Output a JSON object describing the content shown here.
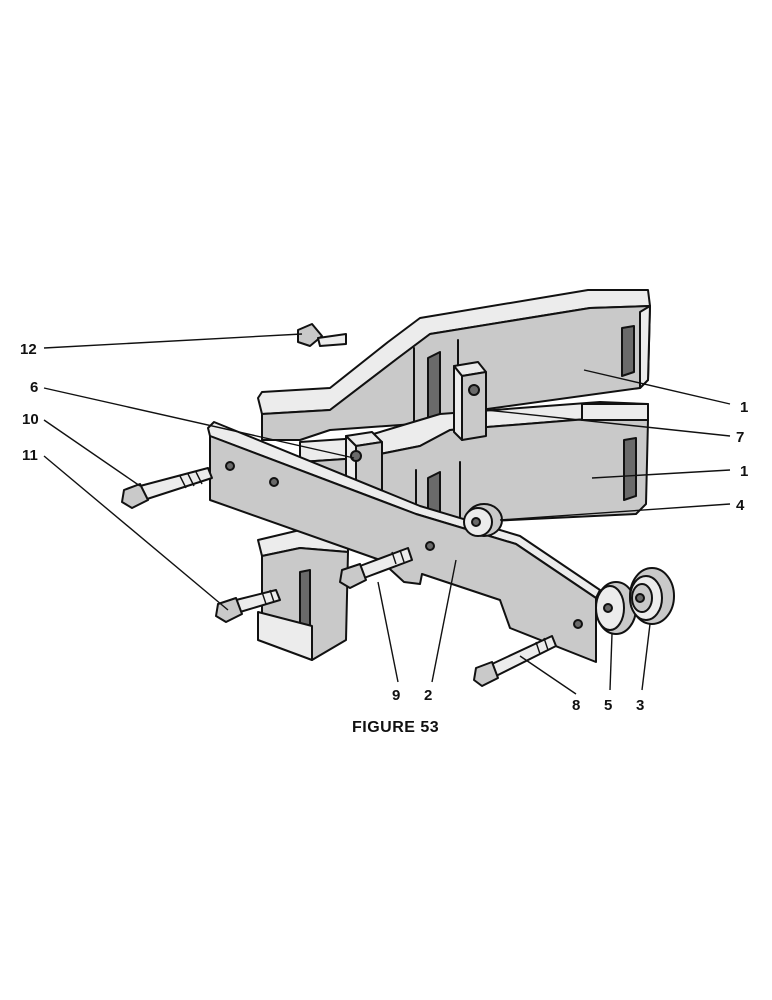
{
  "figure": {
    "caption": "FIGURE 53"
  },
  "callouts": [
    {
      "id": "c12",
      "label": "12"
    },
    {
      "id": "c6",
      "label": "6"
    },
    {
      "id": "c10",
      "label": "10"
    },
    {
      "id": "c11",
      "label": "11"
    },
    {
      "id": "c1a",
      "label": "1"
    },
    {
      "id": "c7",
      "label": "7"
    },
    {
      "id": "c1b",
      "label": "1"
    },
    {
      "id": "c4",
      "label": "4"
    },
    {
      "id": "c9",
      "label": "9"
    },
    {
      "id": "c2",
      "label": "2"
    },
    {
      "id": "c8",
      "label": "8"
    },
    {
      "id": "c5",
      "label": "5"
    },
    {
      "id": "c3",
      "label": "3"
    }
  ]
}
